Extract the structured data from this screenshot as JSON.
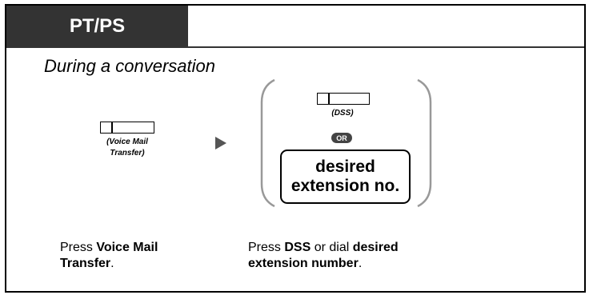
{
  "tab": {
    "title": "PT/PS"
  },
  "heading": "During a conversation",
  "left_key": {
    "label_line1": "(Voice Mail",
    "label_line2": "Transfer)"
  },
  "right_key": {
    "label": "(DSS)"
  },
  "or_badge": "OR",
  "dial_box": {
    "line1": "desired",
    "line2": "extension no."
  },
  "instructions": {
    "left": {
      "prefix": "Press ",
      "bold1": "Voice Mail",
      "bold2": "Transfer",
      "suffix": "."
    },
    "right": {
      "prefix": "Press ",
      "bold1": "DSS",
      "middle": " or dial ",
      "bold2": "desired",
      "bold3": "extension number",
      "suffix": "."
    }
  },
  "colors": {
    "tab_bg": "#333333",
    "arrow": "#555555",
    "bracket": "#999999",
    "badge": "#444444"
  }
}
